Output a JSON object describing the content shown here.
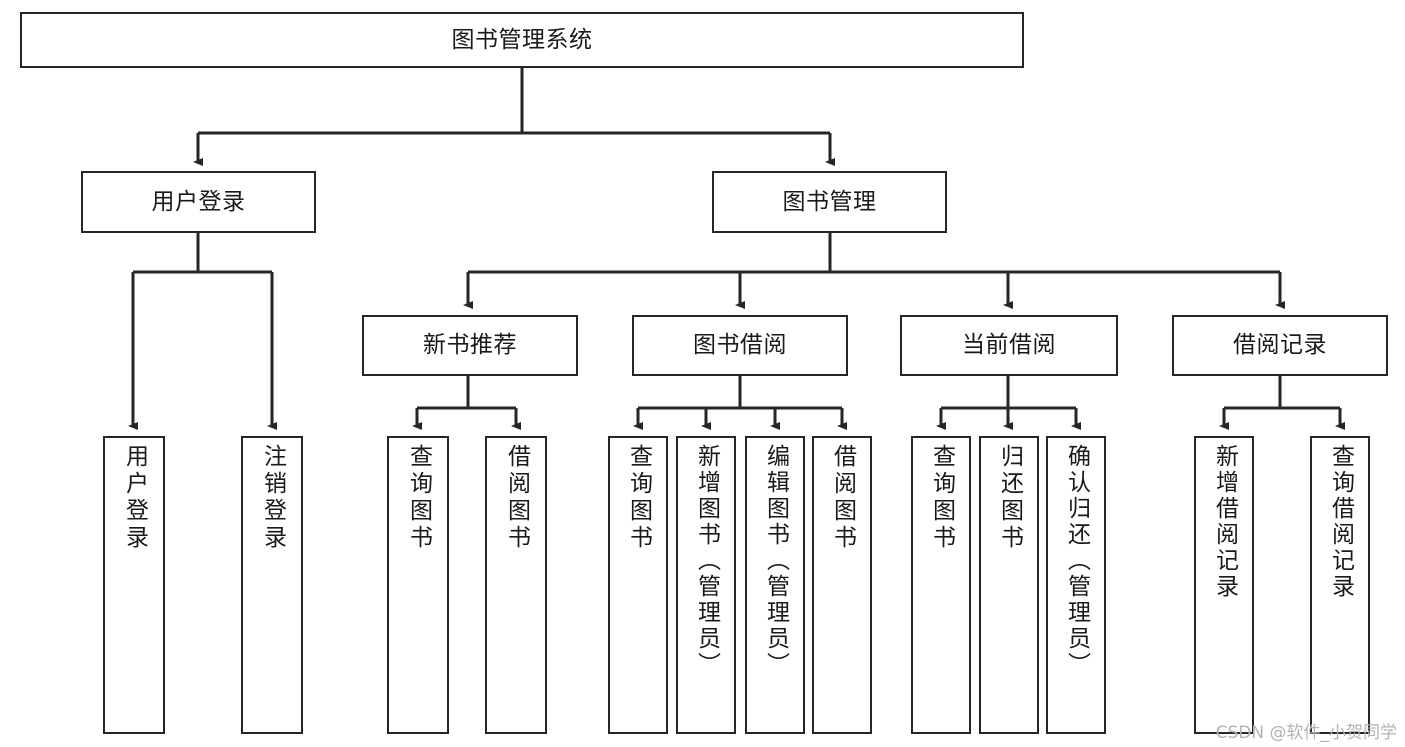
{
  "diagram": {
    "title": "图书管理系统",
    "type": "tree-hierarchy",
    "root": {
      "id": "root",
      "label": "图书管理系统"
    },
    "level2": [
      {
        "id": "user-login",
        "label": "用户登录"
      },
      {
        "id": "book-management",
        "label": "图书管理"
      }
    ],
    "level3": [
      {
        "id": "new-book-recommend",
        "label": "新书推荐",
        "parent": "book-management"
      },
      {
        "id": "book-borrow",
        "label": "图书借阅",
        "parent": "book-management"
      },
      {
        "id": "current-borrow",
        "label": "当前借阅",
        "parent": "book-management"
      },
      {
        "id": "borrow-record",
        "label": "借阅记录",
        "parent": "book-management"
      }
    ],
    "leaves": {
      "user_login": [
        {
          "id": "leaf-user-login",
          "label": "用户登录"
        },
        {
          "id": "leaf-logout-login",
          "label": "注销登录"
        }
      ],
      "new_book_recommend": [
        {
          "id": "leaf-query-book-1",
          "label": "查询图书"
        },
        {
          "id": "leaf-borrow-book-1",
          "label": "借阅图书"
        }
      ],
      "book_borrow": [
        {
          "id": "leaf-query-book-2",
          "label": "查询图书"
        },
        {
          "id": "leaf-add-book",
          "label": "新增图书（管理员）"
        },
        {
          "id": "leaf-edit-book",
          "label": "编辑图书（管理员）"
        },
        {
          "id": "leaf-borrow-book-2",
          "label": "借阅图书"
        }
      ],
      "current_borrow": [
        {
          "id": "leaf-query-book-3",
          "label": "查询图书"
        },
        {
          "id": "leaf-return-book",
          "label": "归还图书"
        },
        {
          "id": "leaf-confirm-return",
          "label": "确认归还（管理员）"
        }
      ],
      "borrow_record": [
        {
          "id": "leaf-add-record",
          "label": "新增借阅记录"
        },
        {
          "id": "leaf-query-record",
          "label": "查询借阅记录"
        }
      ]
    },
    "colors": {
      "stroke": "#262626",
      "fill": "#ffffff",
      "text": "#1a1a1a",
      "watermark": "#b3b3b3"
    }
  },
  "watermark": {
    "text": "CSDN @软件_小贺同学"
  }
}
